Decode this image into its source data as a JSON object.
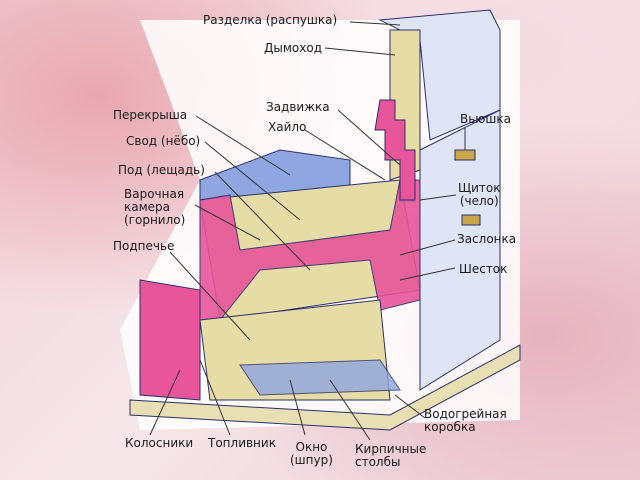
{
  "labels": {
    "razdelka": "Разделка (распушка)",
    "dymokhod": "Дымоход",
    "zadvizhka": "Задвижка",
    "khaylo": "Хайло",
    "vyushka": "Вьюшка",
    "perekrysha": "Перекрыша",
    "svod": "Свод (нёбо)",
    "pod": "Под (лещадь)",
    "varochnaya_1": "Варочная",
    "varochnaya_2": "камера",
    "varochnaya_3": "(горнило)",
    "podpeche": "Подпечье",
    "shchitok_1": "Щиток",
    "shchitok_2": "(чело)",
    "zaslonka": "Заслонка",
    "shestok": "Шесток",
    "vodogrey_1": "Водогрейная",
    "vodogrey_2": "коробка",
    "kolosniki": "Колосники",
    "toplivnik": "Топливник",
    "okno_1": "Окно",
    "okno_2": "(шпур)",
    "stolby_1": "Кирпичные",
    "stolby_2": "столбы"
  },
  "colors": {
    "brick": "#e8559a",
    "inner": "#e6dca6",
    "outer": "#8fa6e0",
    "outline": "#2b2f6b"
  }
}
